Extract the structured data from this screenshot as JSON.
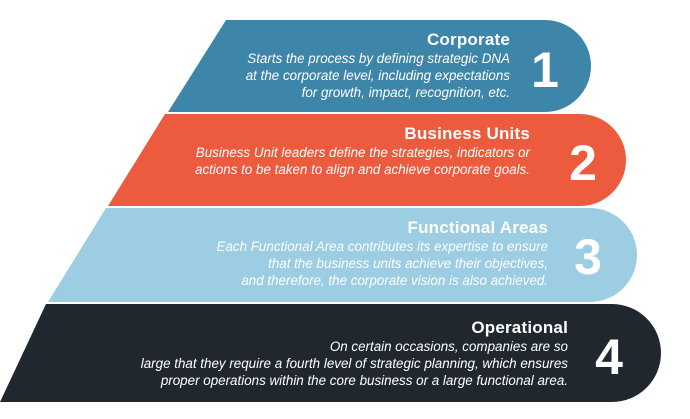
{
  "tiers": [
    {
      "title": "Corporate",
      "description": "Starts the process by defining strategic DNA at the corporate level, including expectations for growth, impact, recognition, etc.",
      "lines": [
        "Starts the process by defining strategic DNA",
        "at the corporate level, including expectations",
        "for growth, impact, recognition, etc."
      ],
      "number": "1",
      "color": "#3d86a9"
    },
    {
      "title": "Business Units",
      "description": "Business Unit leaders define the strategies, indicators or actions to be taken to align and achieve corporate goals.",
      "lines": [
        "Business Unit leaders define the strategies, indicators or",
        "actions to be taken to align and achieve corporate goals."
      ],
      "number": "2",
      "color": "#ec5b3d"
    },
    {
      "title": "Functional Areas",
      "description": "Each Functional Area contributes its expertise to ensure that the business units achieve their objectives, and therefore, the corporate vision is also achieved.",
      "lines": [
        "Each Functional Area contributes its expertise to ensure",
        "that the business units achieve their objectives,",
        "and therefore, the corporate vision is also achieved."
      ],
      "number": "3",
      "color": "#9ccde3"
    },
    {
      "title": "Operational",
      "description": "On certain occasions, companies are so large that they require a fourth level of strategic planning, which ensures proper operations within the core business or a large functional area.",
      "lines": [
        "On certain occasions, companies are so",
        "large that they require a fourth level of strategic planning, which ensures",
        "proper operations within the core business or a large functional area."
      ],
      "number": "4",
      "color": "#21272e"
    }
  ]
}
